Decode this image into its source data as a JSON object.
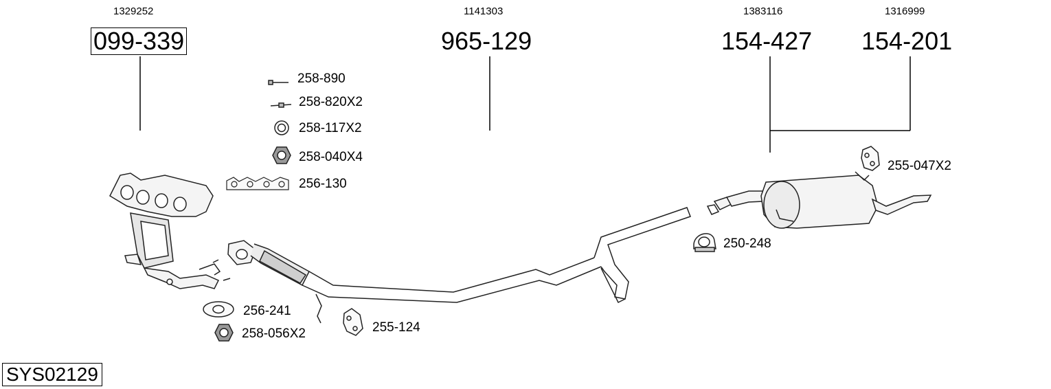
{
  "diagram": {
    "system_code": "SYS02129",
    "main_parts": [
      {
        "oe_number": "1329252",
        "part_number": "099-339",
        "boxed": true
      },
      {
        "oe_number": "1141303",
        "part_number": "965-129",
        "boxed": false
      },
      {
        "oe_number": "1383116",
        "part_number": "154-427",
        "boxed": false
      },
      {
        "oe_number": "1316999",
        "part_number": "154-201",
        "boxed": false
      }
    ],
    "accessories": [
      {
        "label": "258-890",
        "icon": "bolt-icon"
      },
      {
        "label": "258-820X2",
        "icon": "stud-icon"
      },
      {
        "label": "258-117X2",
        "icon": "washer-ring-icon"
      },
      {
        "label": "258-040X4",
        "icon": "hex-nut-icon"
      },
      {
        "label": "256-130",
        "icon": "manifold-gasket-icon"
      },
      {
        "label": "256-241",
        "icon": "flange-gasket-icon"
      },
      {
        "label": "258-056X2",
        "icon": "hex-nut-icon"
      },
      {
        "label": "255-124",
        "icon": "rubber-hanger-icon"
      },
      {
        "label": "250-248",
        "icon": "pipe-clamp-icon"
      },
      {
        "label": "255-047X2",
        "icon": "rubber-hanger-icon"
      }
    ]
  }
}
